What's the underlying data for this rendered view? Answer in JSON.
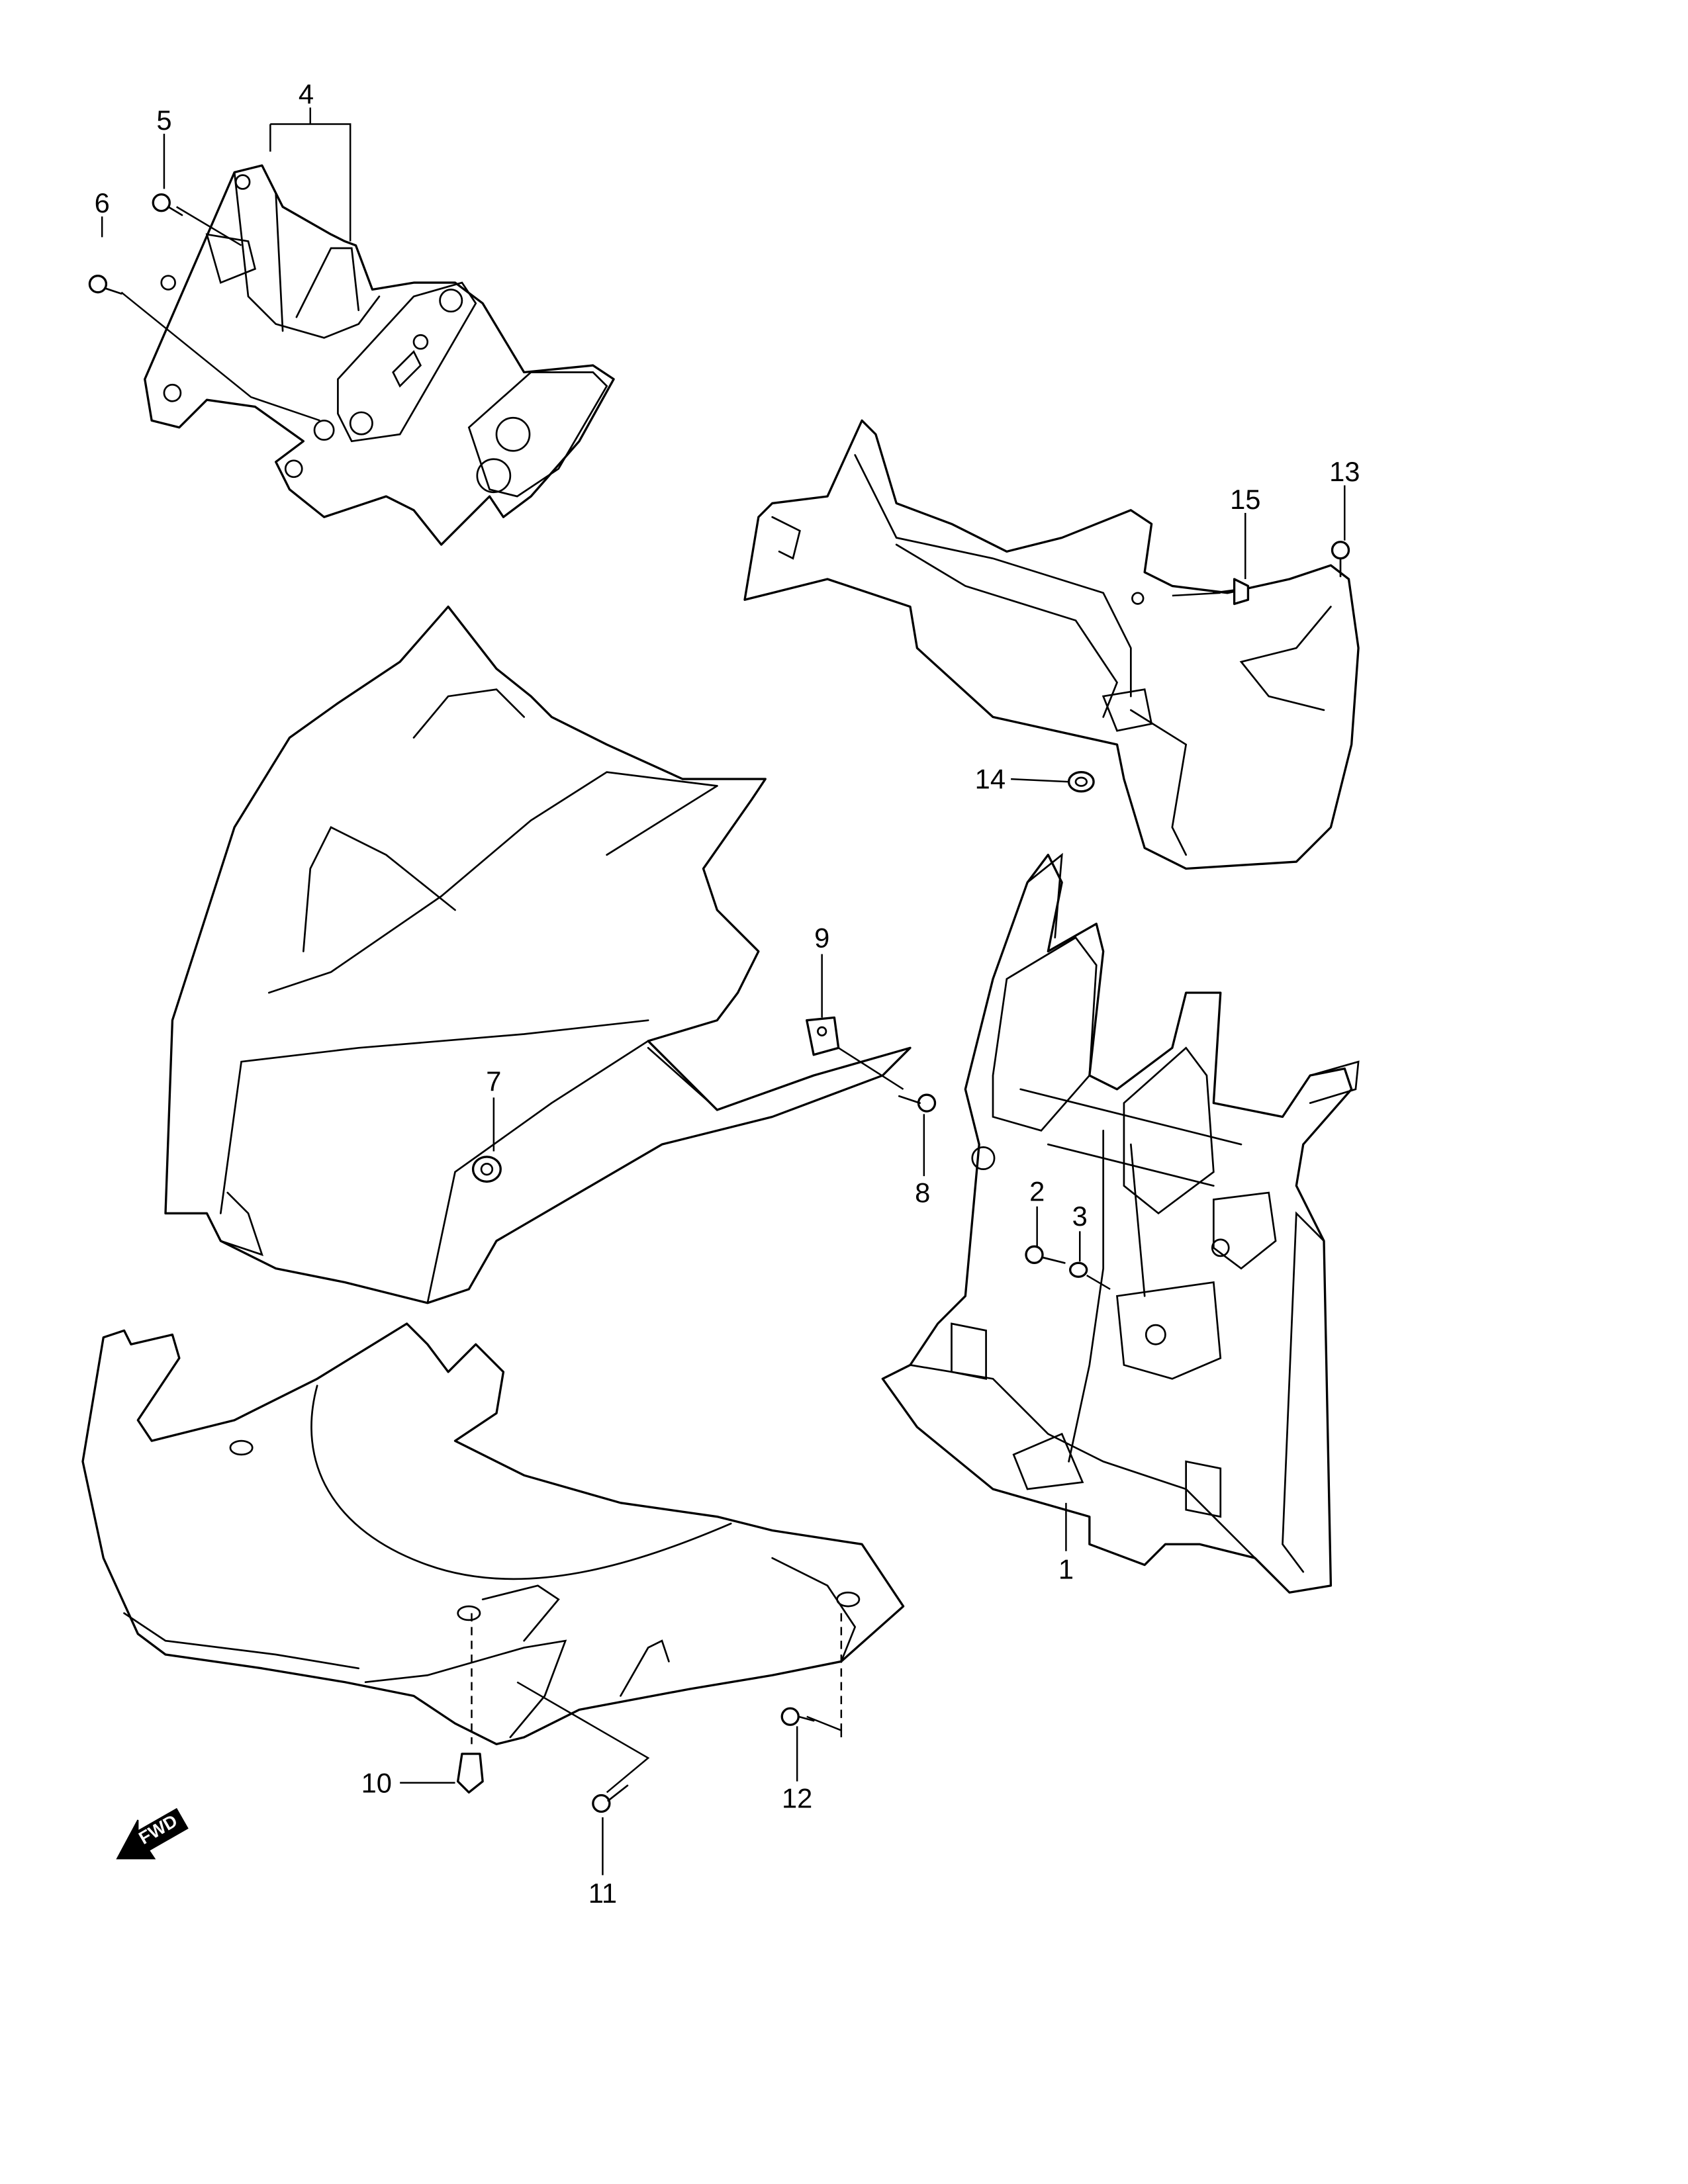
{
  "diagram": {
    "type": "exploded-parts-diagram",
    "direction_marker": {
      "label": "FWD",
      "icon": "fwd-arrow-icon"
    },
    "callouts": [
      {
        "id": "1",
        "label": "1"
      },
      {
        "id": "2",
        "label": "2"
      },
      {
        "id": "3",
        "label": "3"
      },
      {
        "id": "4",
        "label": "4"
      },
      {
        "id": "5",
        "label": "5"
      },
      {
        "id": "6",
        "label": "6"
      },
      {
        "id": "7",
        "label": "7"
      },
      {
        "id": "8",
        "label": "8"
      },
      {
        "id": "9",
        "label": "9"
      },
      {
        "id": "10",
        "label": "10"
      },
      {
        "id": "11",
        "label": "11"
      },
      {
        "id": "12",
        "label": "12"
      },
      {
        "id": "13",
        "label": "13"
      },
      {
        "id": "14",
        "label": "14"
      },
      {
        "id": "15",
        "label": "15"
      }
    ]
  }
}
